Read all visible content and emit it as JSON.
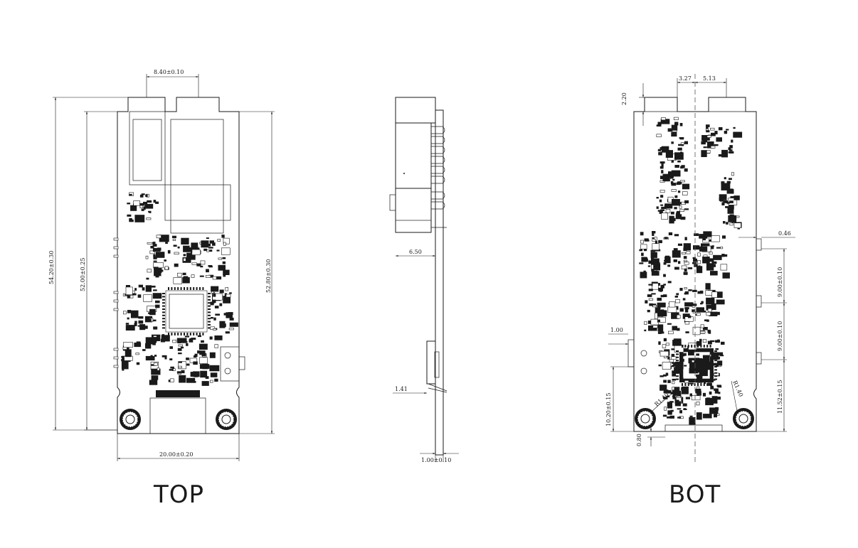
{
  "views": {
    "top_label": "TOP",
    "bottom_label": "BOT"
  },
  "dimensions": {
    "top_connector_width": "8.40±0.10",
    "top_overall_length": "54.20±0.30",
    "top_board_length": "52.00±0.25",
    "top_right_length": "52.80±0.30",
    "top_board_width": "20.00±0.20",
    "side_height": "6.50",
    "side_offset": "1.41",
    "side_thickness": "1.00±0.10",
    "bot_offset_a": "3.27",
    "bot_offset_b": "5.13",
    "bot_top_offset": "2.20",
    "bot_pin_width": "0.46",
    "bot_pitch_1": "9.00±0.10",
    "bot_pitch_2": "9.00±0.10",
    "bot_pitch_3": "11.52±0.15",
    "bot_button_width": "1.00",
    "bot_hole_pos": "10.20±0.15",
    "bot_radius_left": "R1.40",
    "bot_radius_right": "R1.40",
    "bot_bottom_offset": "0.80"
  }
}
